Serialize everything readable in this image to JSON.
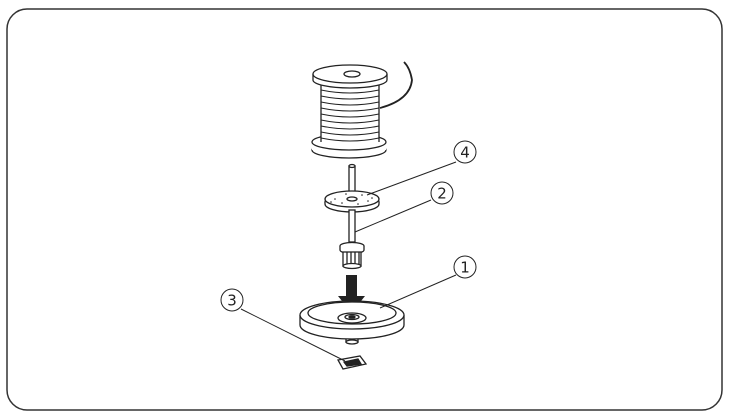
{
  "diagram": {
    "callouts": [
      {
        "id": "1",
        "label": "1"
      },
      {
        "id": "2",
        "label": "2"
      },
      {
        "id": "3",
        "label": "3"
      },
      {
        "id": "4",
        "label": "4"
      }
    ],
    "parts": [
      "thread-spool",
      "spool-felt",
      "spool-pin",
      "spool-pin-base",
      "mounting-hole"
    ],
    "colors": {
      "line": "#222222",
      "frame": "#333333",
      "background": "#ffffff"
    }
  }
}
